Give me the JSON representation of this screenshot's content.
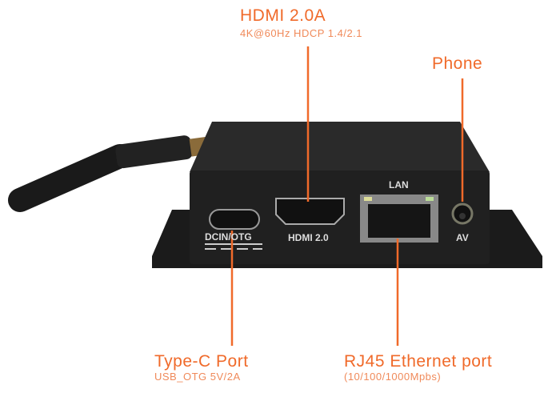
{
  "labels": {
    "hdmi_title": "HDMI 2.0A",
    "hdmi_sub": "4K@60Hz HDCP 1.4/2.1",
    "phone": "Phone",
    "typec_title": "Type-C Port",
    "typec_sub": "USB_OTG 5V/2A",
    "rj45_title": "RJ45 Ethernet port",
    "rj45_sub": "(10/100/1000Mpbs)"
  },
  "silkscreen": {
    "dcin": "DCIN/OTG",
    "hdmi": "HDMI 2.0",
    "lan": "LAN",
    "av": "AV"
  },
  "colors": {
    "accent": "#f06a2a",
    "device": "#1e1e1e"
  }
}
